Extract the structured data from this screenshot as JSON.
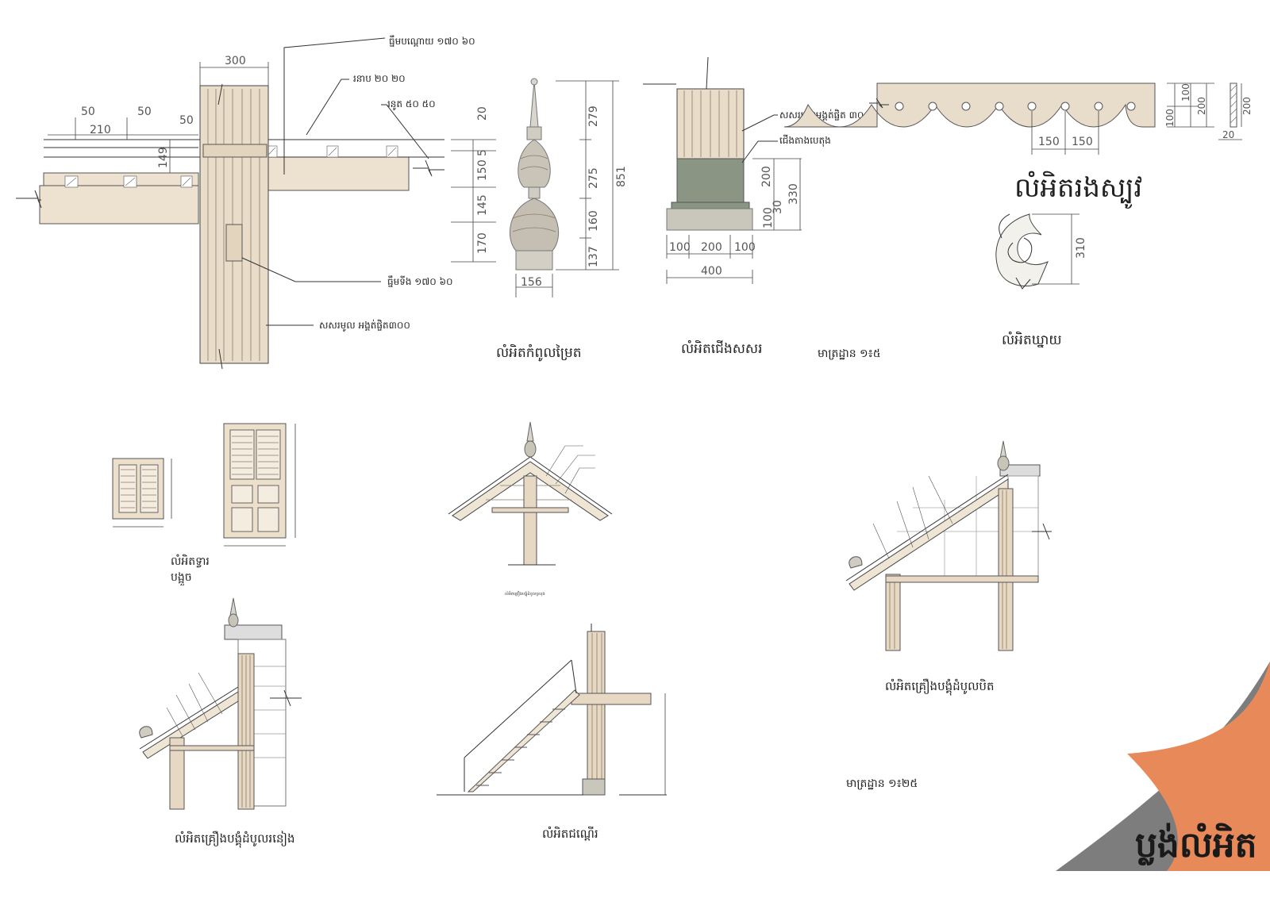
{
  "sheet": {
    "title": "ប្លង់លំអិត",
    "accent_orange": "#e8895a",
    "accent_grey": "#7d7d7d"
  },
  "drawings": {
    "beam_detail": {
      "dims": {
        "d300": "300",
        "d50a": "50",
        "d50b": "50",
        "d50c": "50",
        "d210": "210",
        "d149": "149"
      },
      "labels": {
        "beam_top": "ធ្នឹមបណ្ដោយ ១៧០ ៦០",
        "purlin": "រនាប ២០ ២០",
        "rafter": "រនូត ៥០ ៥០",
        "tie_beam": "ធ្នឹមទីង ១៧០ ៦០",
        "column": "សសរមូល អង្គត់ផ្ចិត៣០០"
      }
    },
    "finial": {
      "title": "លំអិតកំពូលម្រៃត",
      "dims": {
        "h279": "279",
        "h275": "275",
        "h160": "160",
        "h137": "137",
        "h851": "851",
        "h20": "20",
        "h150": "150",
        "h145": "145",
        "h170": "170",
        "w156": "156",
        "h5": "5"
      }
    },
    "column_base": {
      "title": "លំអិតជើងសសរ",
      "labels": {
        "column": "សសរមូលអង្គត់ផ្ចិត ៣០០",
        "base": "ជើងតាងបេតុង"
      },
      "dims": {
        "h200": "200",
        "h330": "330",
        "h100": "100",
        "h30": "30",
        "w100a": "100",
        "w200": "200",
        "w100b": "100",
        "w400": "400"
      }
    },
    "scale_1": "មាត្រដ្ឋាន ១៖៥",
    "fascia": {
      "title": "លំអិតរងស្បូវ",
      "dims": {
        "w150a": "150",
        "w150b": "150",
        "h100a": "100",
        "h100b": "100",
        "h200a": "200",
        "h200b": "200",
        "w20": "20"
      }
    },
    "bracket": {
      "title": "លំអិតឃ្នាយ",
      "dims": {
        "h310": "310"
      }
    },
    "door_window": {
      "title_line1": "លំអិតទ្វារ",
      "title_line2": "បង្អួច"
    },
    "roof_section": {
      "caption": "លំអិតគ្រឿងបង្គុំដំបូលទ្រនុង"
    },
    "eave_section": {
      "title": "លំអិតគ្រឿងបង្គុំដំបូលរនៀង"
    },
    "stair": {
      "title": "លំអិតជណ្ដើរ"
    },
    "gable_section": {
      "title": "លំអិតគ្រឿងបង្គុំដំបូលបិត"
    },
    "scale_2": "មាត្រដ្ឋាន ១៖២៥"
  }
}
